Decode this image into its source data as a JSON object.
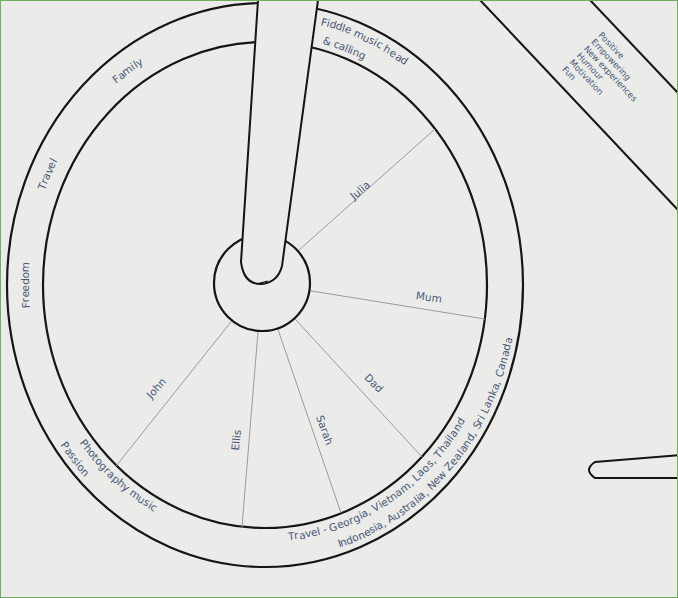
{
  "diagram": {
    "labels": [
      "Fiddle music head",
      "& calling",
      "Family",
      "Travel",
      "Freedom",
      "Passion",
      "Photography music",
      "Travel - Georgia, Vietnam, Laos, Thailand",
      "Indonesia, Australia, New Zealand, Sri Lanka, Canada",
      "Julia",
      "Mum",
      "Dad",
      "Sarah",
      "Ellis",
      "John",
      "Positive",
      "Empowering",
      "New experiences",
      "Humour",
      "Motivation",
      "Fun"
    ]
  }
}
